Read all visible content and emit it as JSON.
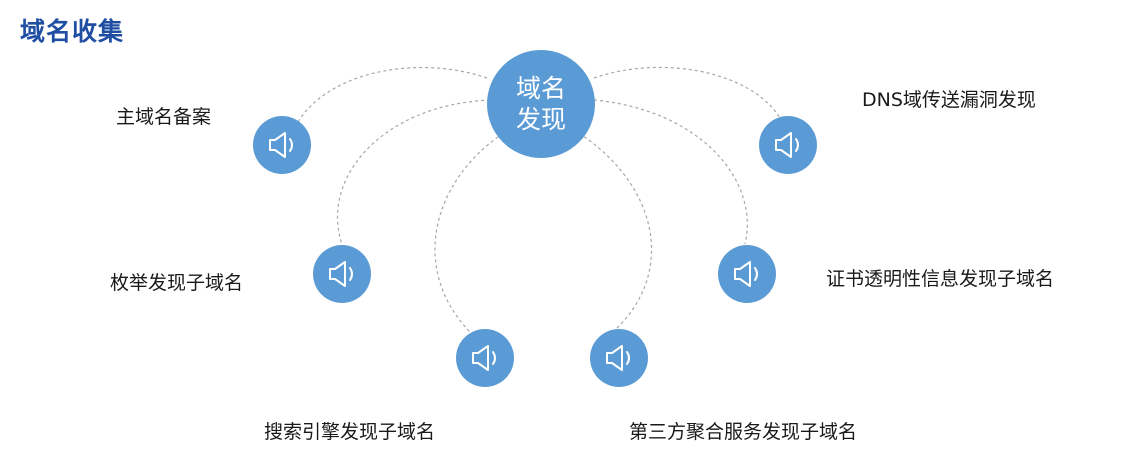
{
  "title": "域名收集",
  "center": {
    "label": "域名发现",
    "color": "#5b9bd5"
  },
  "nodes": [
    {
      "label": "主域名备案",
      "icon": "speaker-icon"
    },
    {
      "label": "枚举发现子域名",
      "icon": "speaker-icon"
    },
    {
      "label": "搜索引擎发现子域名",
      "icon": "speaker-icon"
    },
    {
      "label": "第三方聚合服务发现子域名",
      "icon": "speaker-icon"
    },
    {
      "label": "证书透明性信息发现子域名",
      "icon": "speaker-icon"
    },
    {
      "label": "DNS域传送漏洞发现",
      "icon": "speaker-icon"
    }
  ],
  "colors": {
    "title": "#1f4ea3",
    "node": "#5b9bd5",
    "connector": "#a6a6a6"
  }
}
